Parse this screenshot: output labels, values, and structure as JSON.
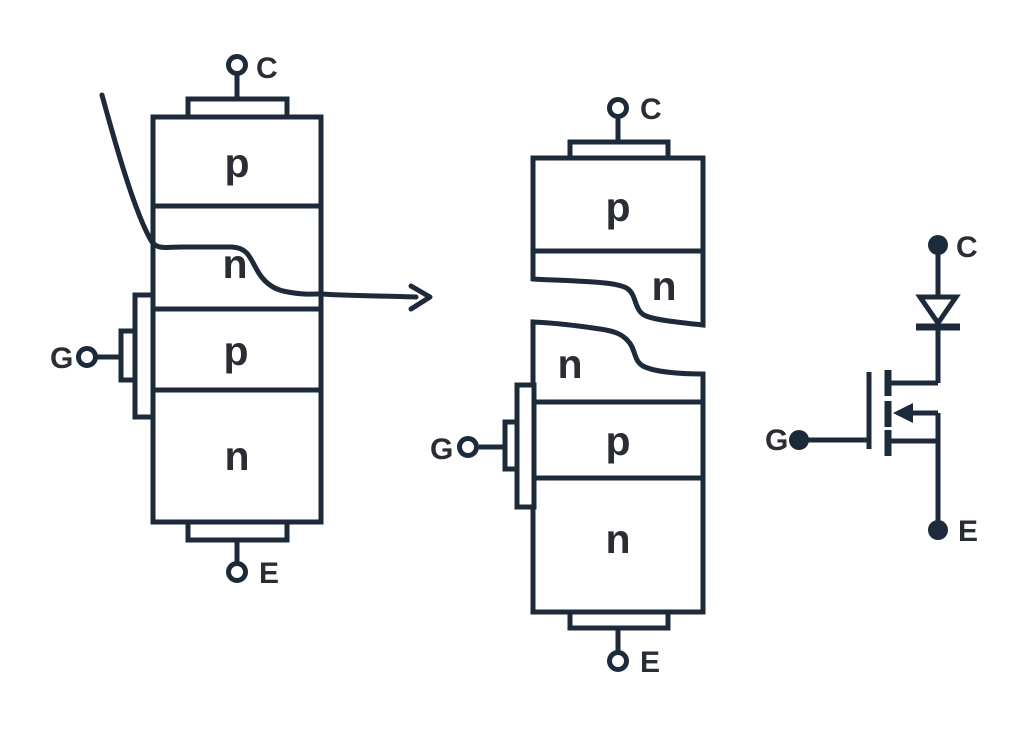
{
  "colors": {
    "line": "#1d2a3a",
    "text": "#2a2d33",
    "background": "#ffffff"
  },
  "left_structure": {
    "terminals": {
      "collector": "C",
      "gate": "G",
      "emitter": "E"
    },
    "layers": [
      "p",
      "n",
      "p",
      "n"
    ]
  },
  "middle_structure": {
    "terminals": {
      "collector": "C",
      "gate": "G",
      "emitter": "E"
    },
    "layers": [
      "p",
      "n",
      "n",
      "p",
      "n"
    ]
  },
  "symbol": {
    "terminals": {
      "collector": "C",
      "gate": "G",
      "emitter": "E"
    }
  }
}
